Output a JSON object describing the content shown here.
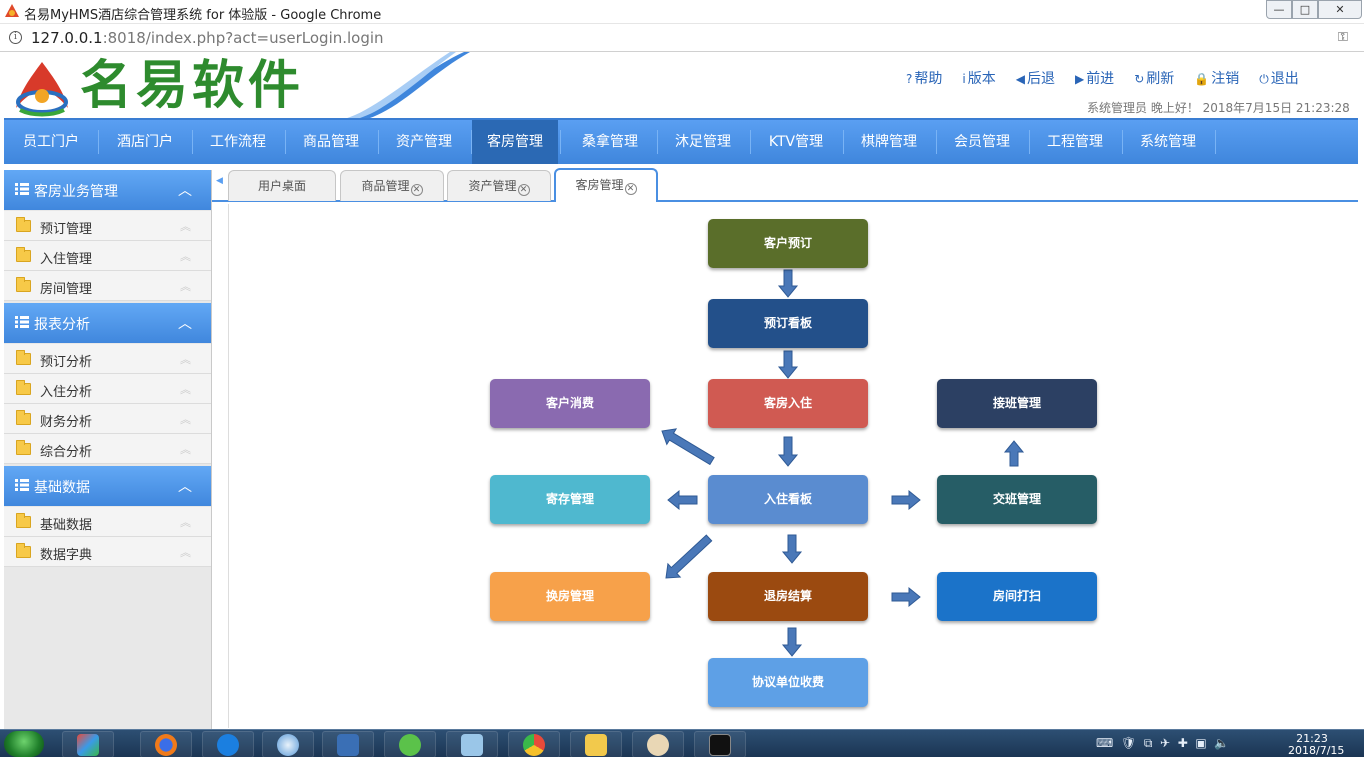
{
  "browser": {
    "window_title": "名易MyHMS酒店综合管理系统 for 体验版 - Google Chrome",
    "url_host": "127.0.0.1",
    "url_rest": ":8018/index.php?act=userLogin.login"
  },
  "header": {
    "logo_text": "名易软件",
    "links": [
      {
        "icon": "help-icon",
        "glyph": "?",
        "label": "帮助"
      },
      {
        "icon": "info-icon",
        "glyph": "i",
        "label": "版本"
      },
      {
        "icon": "back-icon",
        "glyph": "◀",
        "label": "后退"
      },
      {
        "icon": "forward-icon",
        "glyph": "▶",
        "label": "前进"
      },
      {
        "icon": "refresh-icon",
        "glyph": "↻",
        "label": "刷新"
      },
      {
        "icon": "lock-icon",
        "glyph": "🔒",
        "label": "注销"
      },
      {
        "icon": "power-icon",
        "glyph": "⏻",
        "label": "退出"
      }
    ],
    "greeting": "系统管理员 晚上好！ 2018年7月15日 21:23:28"
  },
  "nav": {
    "active_index": 5,
    "items": [
      "员工门户",
      "酒店门户",
      "工作流程",
      "商品管理",
      "资产管理",
      "客房管理",
      "桑拿管理",
      "沐足管理",
      "KTV管理",
      "棋牌管理",
      "会员管理",
      "工程管理",
      "系统管理"
    ]
  },
  "sidebar": {
    "groups": [
      {
        "title": "客房业务管理",
        "items": [
          "预订管理",
          "入住管理",
          "房间管理"
        ]
      },
      {
        "title": "报表分析",
        "items": [
          "预订分析",
          "入住分析",
          "财务分析",
          "综合分析"
        ]
      },
      {
        "title": "基础数据",
        "items": [
          "基础数据",
          "数据字典"
        ]
      }
    ]
  },
  "tabs": [
    {
      "label": "用户桌面",
      "closable": false
    },
    {
      "label": "商品管理",
      "closable": true
    },
    {
      "label": "资产管理",
      "closable": true
    },
    {
      "label": "客房管理",
      "closable": true,
      "active": true
    }
  ],
  "flow": {
    "nodes": [
      {
        "id": "booking",
        "label": "客户预订",
        "color": "#5a6e2a"
      },
      {
        "id": "booking-board",
        "label": "预订看板",
        "color": "#23508a"
      },
      {
        "id": "checkin",
        "label": "客房入住",
        "color": "#d05a52"
      },
      {
        "id": "consume",
        "label": "客户消费",
        "color": "#8a6ab0"
      },
      {
        "id": "handover-mgmt",
        "label": "接班管理",
        "color": "#2c4063"
      },
      {
        "id": "storage",
        "label": "寄存管理",
        "color": "#4fb8cf"
      },
      {
        "id": "checkin-board",
        "label": "入住看板",
        "color": "#5a8cd0"
      },
      {
        "id": "shift",
        "label": "交班管理",
        "color": "#265d66"
      },
      {
        "id": "room-change",
        "label": "换房管理",
        "color": "#f7a14a"
      },
      {
        "id": "checkout",
        "label": "退房结算",
        "color": "#9b4a10"
      },
      {
        "id": "cleaning",
        "label": "房间打扫",
        "color": "#1b73c9"
      },
      {
        "id": "agreement",
        "label": "协议单位收费",
        "color": "#5ea0e6"
      }
    ],
    "arrow_color": "#4a78b8"
  },
  "taskbar": {
    "clock_time": "21:23",
    "clock_date": "2018/7/15"
  }
}
